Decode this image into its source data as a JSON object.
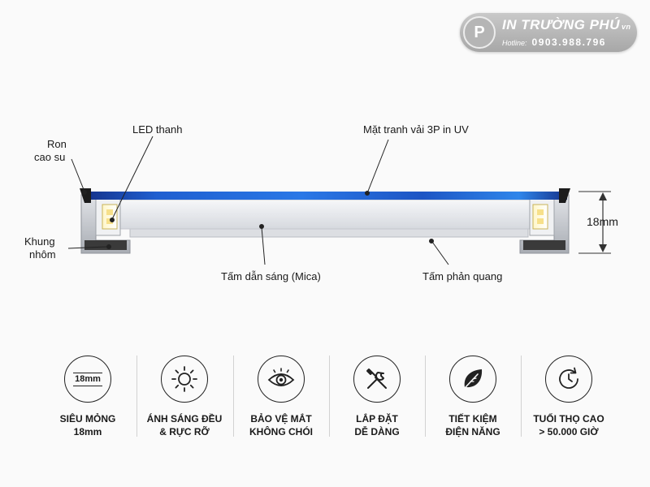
{
  "logo": {
    "mark": "P",
    "name": "IN TRƯỜNG PHÚ",
    "name_suffix": "vn",
    "hotline_label": "Hotline:",
    "hotline_number": "0903.988.796"
  },
  "diagram": {
    "labels": {
      "ron_line1": "Ron",
      "ron_line2": "cao su",
      "led": "LED thanh",
      "fabric": "Mặt tranh vải 3P in UV",
      "frame_line1": "Khung",
      "frame_line2": "nhôm",
      "light_guide": "Tấm dẫn sáng (Mica)",
      "reflector": "Tấm phản quang",
      "thickness": "18mm"
    },
    "colors": {
      "fabric": "#1f5fd0",
      "fabric_dark": "#14318a",
      "aluminum": "#c9ccd2",
      "mica": "#eceef1",
      "reflector": "#d8dade",
      "gasket": "#1c1c1c"
    }
  },
  "features": [
    {
      "icon": "thin-icon",
      "badge": "18mm",
      "line1": "SIÊU MỎNG",
      "line2": "18mm"
    },
    {
      "icon": "sun-icon",
      "line1": "ÁNH SÁNG ĐỀU",
      "line2": "& RỰC RỠ"
    },
    {
      "icon": "eye-icon",
      "line1": "BẢO VỆ MẮT",
      "line2": "KHÔNG CHÓI"
    },
    {
      "icon": "tools-icon",
      "line1": "LẮP ĐẶT",
      "line2": "DỄ DÀNG"
    },
    {
      "icon": "leaf-icon",
      "line1": "TIẾT KIỆM",
      "line2": "ĐIỆN NĂNG"
    },
    {
      "icon": "clock-icon",
      "line1": "TUỔI THỌ CAO",
      "line2": "> 50.000 GIỜ"
    }
  ]
}
